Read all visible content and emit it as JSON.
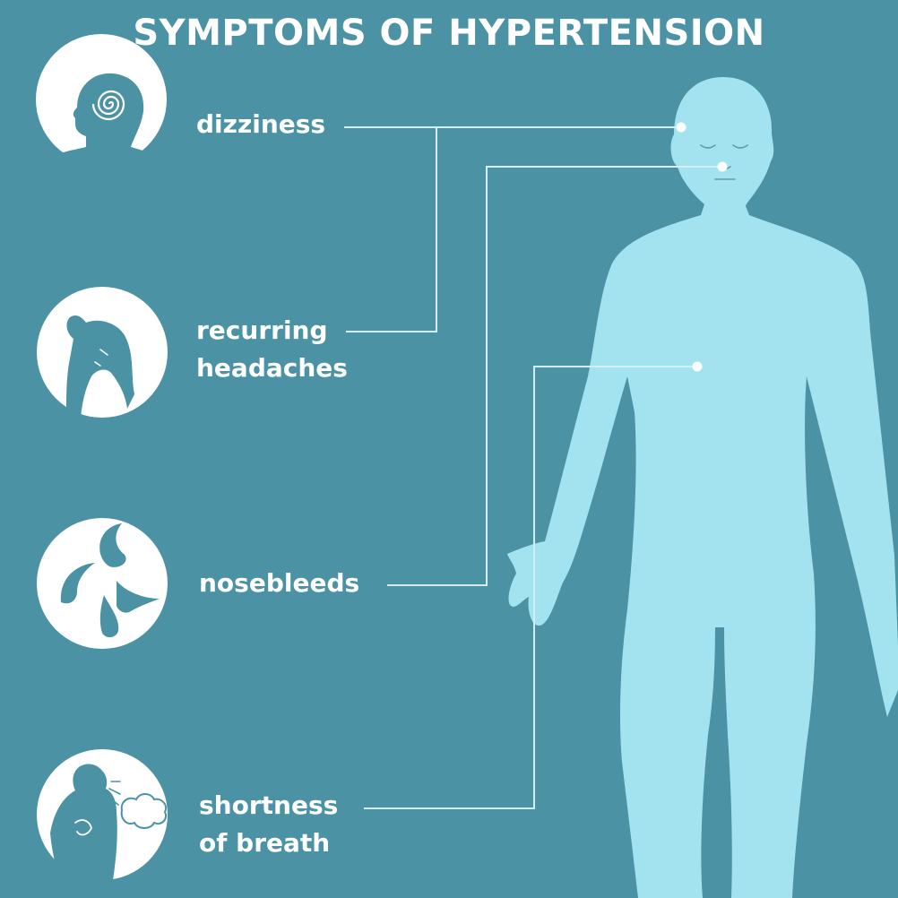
{
  "title": "SYMPTOMS OF HYPERTENSION",
  "symptoms": [
    {
      "lines": [
        "dizziness"
      ],
      "icon": "spiral-head-icon"
    },
    {
      "lines": [
        "recurring",
        "headaches"
      ],
      "icon": "headache-person-icon"
    },
    {
      "lines": [
        "nosebleeds"
      ],
      "icon": "blood-drops-icon"
    },
    {
      "lines": [
        "shortness",
        "of breath"
      ],
      "icon": "breathless-person-icon"
    }
  ],
  "colors": {
    "background": "#4b93a4",
    "body": "#a3e3f0",
    "icon_circle": "#ffffff",
    "connector": "#d4eef5"
  }
}
